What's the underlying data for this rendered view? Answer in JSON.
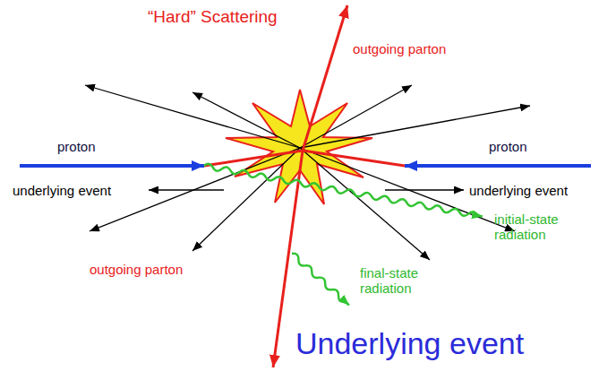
{
  "diagram": {
    "caption": "Underlying event",
    "labels": [
      "“Hard” Scattering",
      "outgoing parton",
      "proton",
      "proton",
      "underlying event",
      "underlying event",
      "initial-state radiation",
      "outgoing parton",
      "final-state radiation"
    ]
  }
}
